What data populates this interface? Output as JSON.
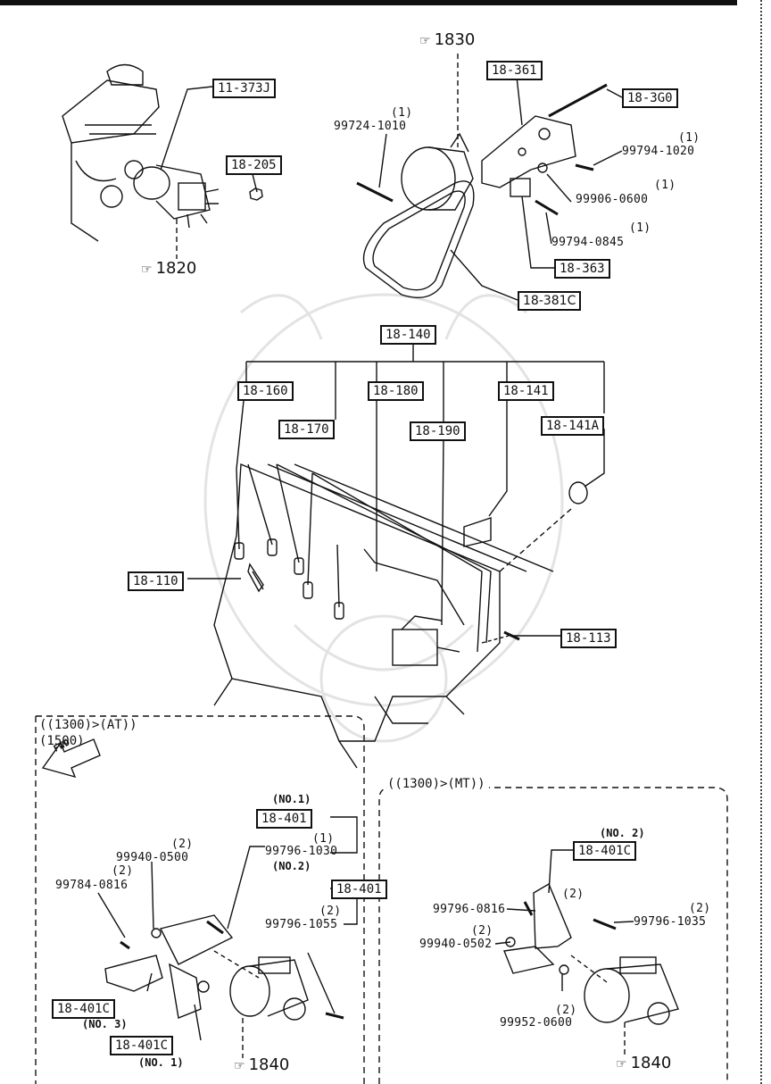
{
  "header": {
    "ref_1830": "1830",
    "ref_1820": "1820"
  },
  "distributor": {
    "part_11_373j": "11-373J",
    "part_18_205": "18-205"
  },
  "alternator": {
    "part_18_361": "18-361",
    "part_18_360": "18-3G0",
    "bolt_99724_1010": "99724-1010",
    "qty_99724_1010": "(1)",
    "bolt_99794_1020": "99794-1020",
    "qty_99794_1020": "(1)",
    "nut_99906_0600": "99906-0600",
    "qty_99906_0600": "(1)",
    "bolt_99794_0845": "99794-0845",
    "qty_99794_0845": "(1)",
    "part_18_363": "18-363",
    "part_18_381c": "18-381C"
  },
  "ignition": {
    "part_18_140": "18-140",
    "part_18_160": "18-160",
    "part_18_180": "18-180",
    "part_18_141": "18-141",
    "part_18_170": "18-170",
    "part_18_190": "18-190",
    "part_18_141a": "18-141A",
    "part_18_110": "18-110",
    "part_18_113": "18-113"
  },
  "fwd_label": "FWD",
  "at_section": {
    "title_line1": "((1300)>(AT))",
    "title_line2": "(1500)",
    "no1_label": "(NO.1)",
    "part_18_401_a": "18-401",
    "qty_99796_1030": "(1)",
    "bolt_99796_1030": "99796-1030",
    "no2_label": "(NO.2)",
    "part_18_401_b": "18-401",
    "qty_99796_1055": "(2)",
    "bolt_99796_1055": "99796-1055",
    "qty_99940_0500": "(2)",
    "nut_99940_0500": "99940-0500",
    "qty_99784_0816": "(2)",
    "bolt_99784_0816": "99784-0816",
    "part_18_401c_no3": "18-401C",
    "no3_label": "(NO. 3)",
    "part_18_401c_no1": "18-401C",
    "no1_label_b": "(NO. 1)",
    "ref_1840": "1840"
  },
  "mt_section": {
    "title": "((1300)>(MT))",
    "no2_label": "(NO. 2)",
    "part_18_401c": "18-401C",
    "qty_99796_0816": "(2)",
    "bolt_99796_0816": "99796-0816",
    "qty_99796_1035": "(2)",
    "bolt_99796_1035": "99796-1035",
    "qty_99940_0502": "(2)",
    "nut_99940_0502": "99940-0502",
    "qty_99952_0600": "(2)",
    "washer_99952_0600": "99952-0600",
    "ref_1840": "1840"
  },
  "icons": [
    "hand-pointer-icon",
    "fwd-arrow-icon"
  ]
}
